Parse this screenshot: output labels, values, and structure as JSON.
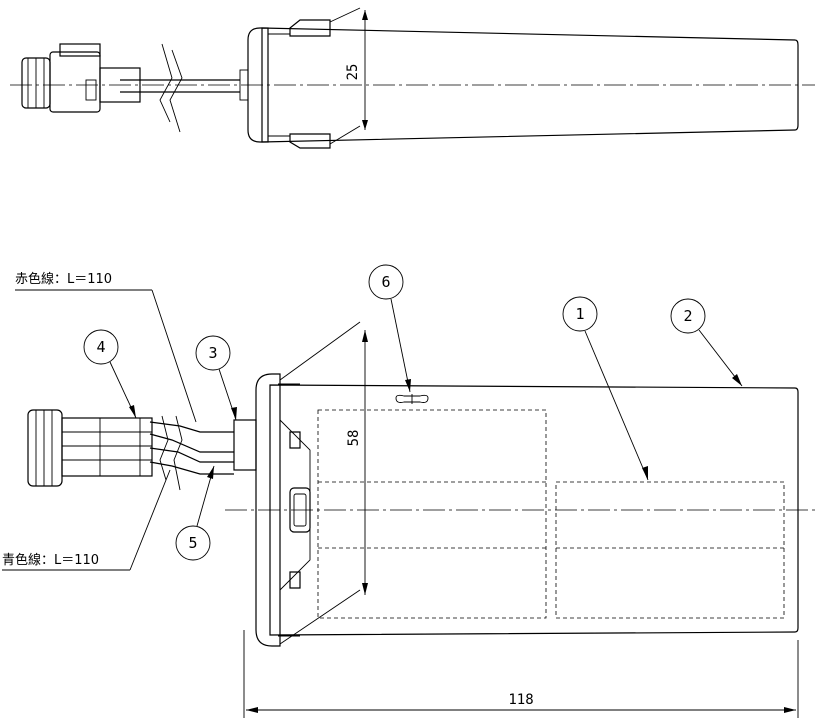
{
  "dimensions": {
    "top_width": "25",
    "front_width": "58",
    "overall_length": "118"
  },
  "wire_labels": {
    "red": "赤色線：L＝110",
    "blue": "青色線：L＝110"
  },
  "balloons": [
    "1",
    "2",
    "3",
    "4",
    "5",
    "6"
  ]
}
